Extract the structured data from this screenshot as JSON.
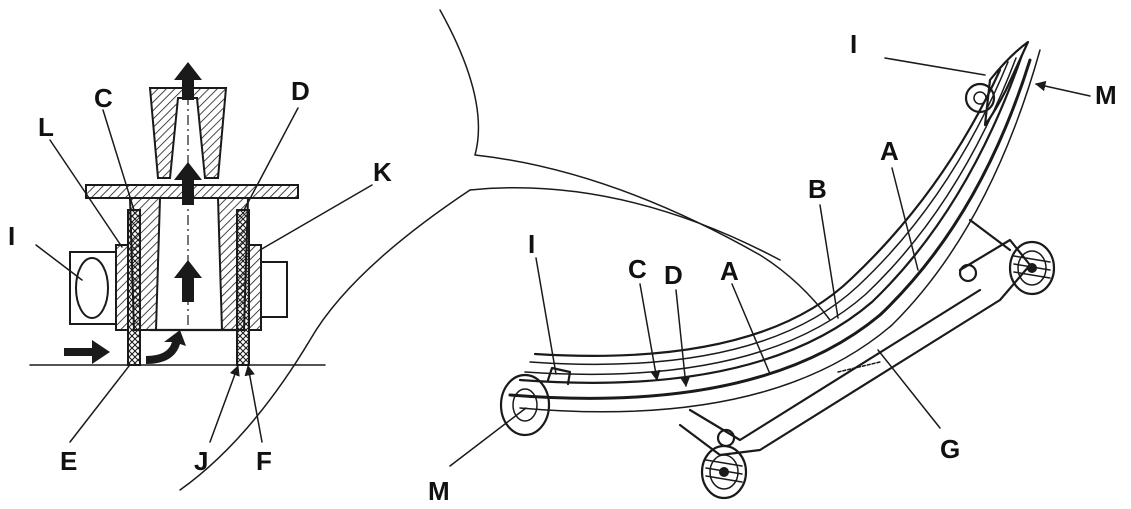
{
  "labels": {
    "left": {
      "C": "C",
      "D": "D",
      "L": "L",
      "K": "K",
      "I": "I",
      "E": "E",
      "J": "J",
      "F": "F"
    },
    "right": {
      "I_top": "I",
      "M_top": "M",
      "A_upper": "A",
      "B": "B",
      "I_left": "I",
      "C": "C",
      "D": "D",
      "A_lower": "A",
      "G": "G",
      "M_bottom": "M"
    }
  },
  "colors": {
    "ink": "#1a1a1a",
    "background": "#ffffff",
    "hatch": "#1a1a1a"
  }
}
